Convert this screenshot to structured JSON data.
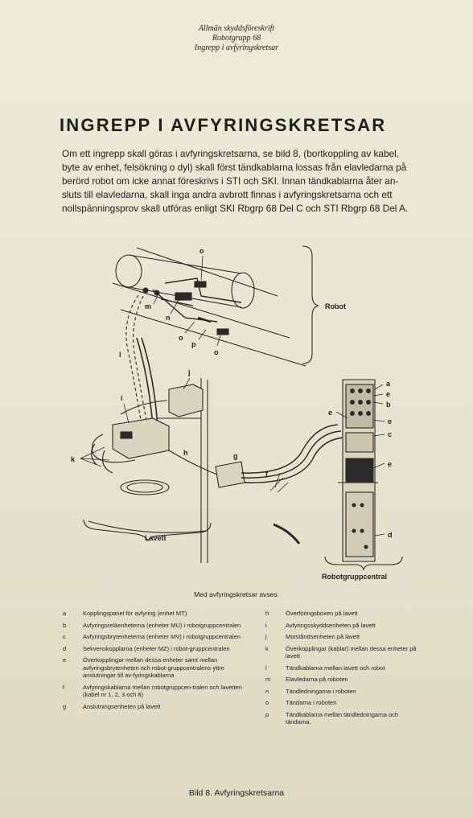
{
  "header": {
    "line1": "Allmän skyddsföreskrift",
    "line2": "Robotgrupp 68",
    "line3": "Ingrepp i avfyringskretsar"
  },
  "title": "INGREPP I AVFYRINGSKRETSAR",
  "intro_lines": [
    "Om ett ingrepp skall göras i avfyringskretsarna, se bild 8, (bortkoppling av kabel,",
    "byte av enhet, felsökning o dyl) skall först tändkablarna lossas från elavledarna på",
    "berörd robot om icke annat föreskrivs i STI och SKI. Innan tändkablarna åter an-",
    "sluts till elavledarna, skall inga andra avbrott finnas i avfyringskretsarna och ett",
    "nollspänningsprov skall utföras enligt SKI Rbgrp 68 Del C och STI Rbgrp 68 Del A."
  ],
  "figure": {
    "label_robot": "Robot",
    "label_lavett": "Lavett",
    "label_central": "Robotgruppcentral",
    "letters": {
      "a": "a",
      "b": "b",
      "c": "c",
      "d": "d",
      "e": "e",
      "f": "f",
      "g": "g",
      "h": "h",
      "i": "i",
      "j": "j",
      "k": "k",
      "l": "l",
      "m": "m",
      "n": "n",
      "o": "o",
      "p": "p"
    }
  },
  "caption": "Med avfyringskretsar avses:",
  "legend_left": [
    {
      "key": "a",
      "text": "Kopplingspanel för avfyring (enhet MT)"
    },
    {
      "key": "b",
      "text": "Avfyringsreläenheterna (enheter MU) i robotgruppcentralen"
    },
    {
      "key": "c",
      "text": "Avfyringsbrytenheterna (enheter MV) i robotgruppcentralen"
    },
    {
      "key": "d",
      "text": "Sekvenskopplarna (enheter MZ) i robot-gruppcentralen"
    },
    {
      "key": "e",
      "text": "Överkopplingar mellan dessa enheter samt mellan avfyringsbrytenheten och robot-gruppcentralens yttre anslutningar till av-fyringskablarna"
    },
    {
      "key": "f",
      "text": "Avfyringskablarna mellan robotgruppcen-tralen och lavetten (kabel nr 1, 2, 3 och 8)"
    },
    {
      "key": "g",
      "text": "Anslutningsenheten på lavett"
    }
  ],
  "legend_right": [
    {
      "key": "h",
      "text": "Överföringsboxen på lavett"
    },
    {
      "key": "i",
      "text": "Avfyringsskyddsenheten på lavett"
    },
    {
      "key": "j",
      "text": "Motståndsenheten på lavett"
    },
    {
      "key": "k",
      "text": "Överkopplingar (kablar) mellan dessa enheter på lavett"
    },
    {
      "key": "l",
      "text": "Tändkablarna mellan lavett och robot"
    },
    {
      "key": "m",
      "text": "Elavledarna på roboten"
    },
    {
      "key": "n",
      "text": "Tändledningarna i roboten"
    },
    {
      "key": "o",
      "text": "Tändarna i roboten"
    },
    {
      "key": "p",
      "text": "Tändkablarna mellan tändledningarna och tändarna."
    }
  ],
  "footer": "Bild 8. Avfyringskretsarna"
}
